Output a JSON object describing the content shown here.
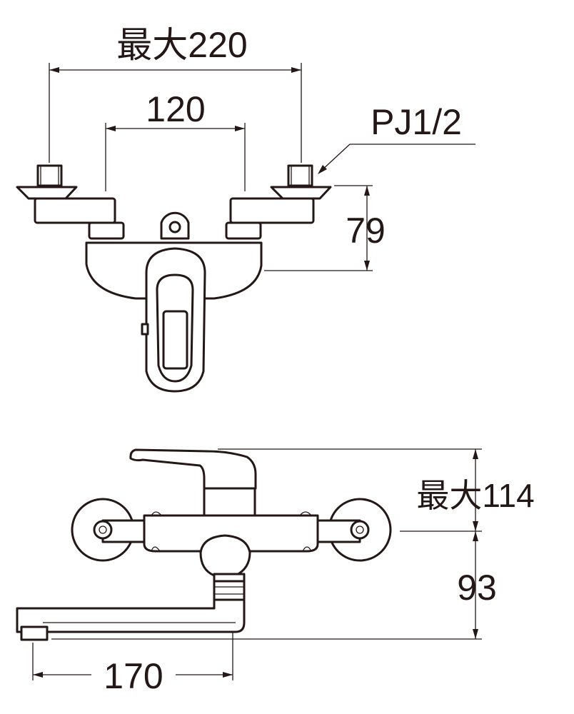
{
  "top_view": {
    "width_max_label": "最大220",
    "center_spacing_label": "120",
    "connection_label": "PJ1/2",
    "depth_label": "79"
  },
  "side_view": {
    "height_max_label": "最大114",
    "spout_height_label": "93",
    "spout_reach_label": "170"
  },
  "colors": {
    "line": "#231815",
    "background": "#ffffff"
  }
}
